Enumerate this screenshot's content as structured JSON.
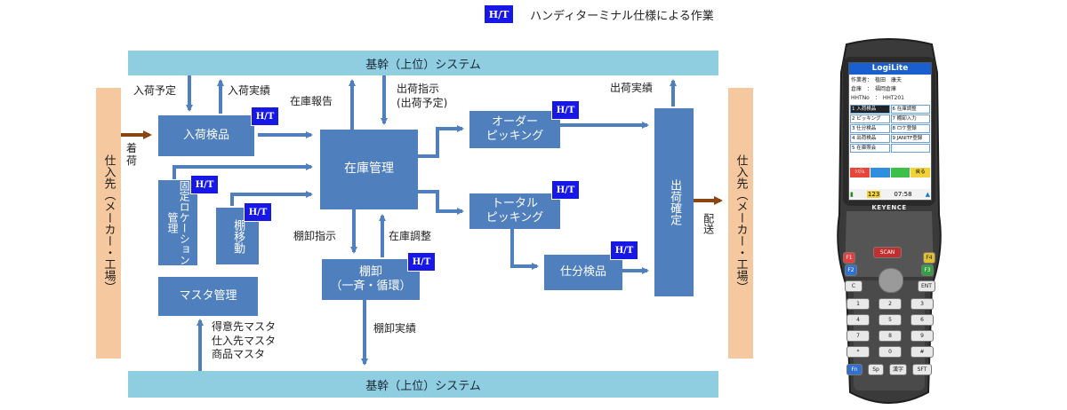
{
  "legend": {
    "badge": "H/T",
    "text": "ハンディターミナル仕様による作業"
  },
  "bands": {
    "top": "基幹（上位）システム",
    "bottom": "基幹（上位）システム"
  },
  "sides": {
    "left": "仕入先（メーカー・工場）",
    "right": "仕入先（メーカー・工場）"
  },
  "boxes": {
    "nyuka_kenpin": "入荷検品",
    "zaiko_kanri": "在庫管理",
    "order_picking": "オーダー\nピッキング",
    "total_picking": "トータル\nピッキング",
    "shiwake_kenpin": "仕分検品",
    "shukka_kakutei": "出荷確定",
    "kotei_location": "固定ロケーション管理",
    "tana_ido": "棚移動",
    "master_kanri": "マスタ管理",
    "tanaoroshi": "棚卸\n（一斉・循環）"
  },
  "labels": {
    "chakka": "着荷",
    "haiso": "配送",
    "nyuka_yotei": "入荷予定",
    "nyuka_jisseki": "入荷実績",
    "zaiko_hokoku": "在庫報告",
    "shukka_shiji": "出荷指示\n(出荷予定)",
    "shukka_jisseki": "出荷実績",
    "tanaoroshi_shiji": "棚卸指示",
    "zaiko_chosei": "在庫調整",
    "tanaoroshi_jisseki": "棚卸実績",
    "masters": "得意先マスタ\n仕入先マスタ\n商品マスタ"
  },
  "colors": {
    "box": "#4f7fbd",
    "band": "#8fcde0",
    "side": "#f6c8a0",
    "ht": "#1818e6",
    "arrow_in": "#8b4513"
  },
  "device": {
    "screen_title": "LogiLite",
    "worker": "作業者：　植田　康夫",
    "warehouse": "倉庫　：　福岡倉庫",
    "hht": "HHTNo　：　HHT201",
    "menu": [
      "1 入荷検品",
      "6 在庫調整",
      "2 ピッキング",
      "7 棚卸入力",
      "3 仕分検品",
      "8 ロケ登録",
      "4 出荷検品",
      "9 JANITF登録",
      "5 在庫照会",
      ""
    ],
    "fkeys": [
      "ｼｽﾃﾑ",
      "",
      "",
      "戻る"
    ],
    "status_left": "123",
    "time": "07:58",
    "brand": "KEYENCE",
    "keys": [
      "F1",
      "SCAN",
      "F4",
      "F2",
      "F3",
      "C",
      "ENT",
      "1",
      "2",
      "3",
      "4",
      "5",
      "6",
      "7",
      "8",
      "9",
      "*",
      "0",
      "#",
      "Fn",
      "Sp",
      "漢字",
      "SFT"
    ]
  }
}
